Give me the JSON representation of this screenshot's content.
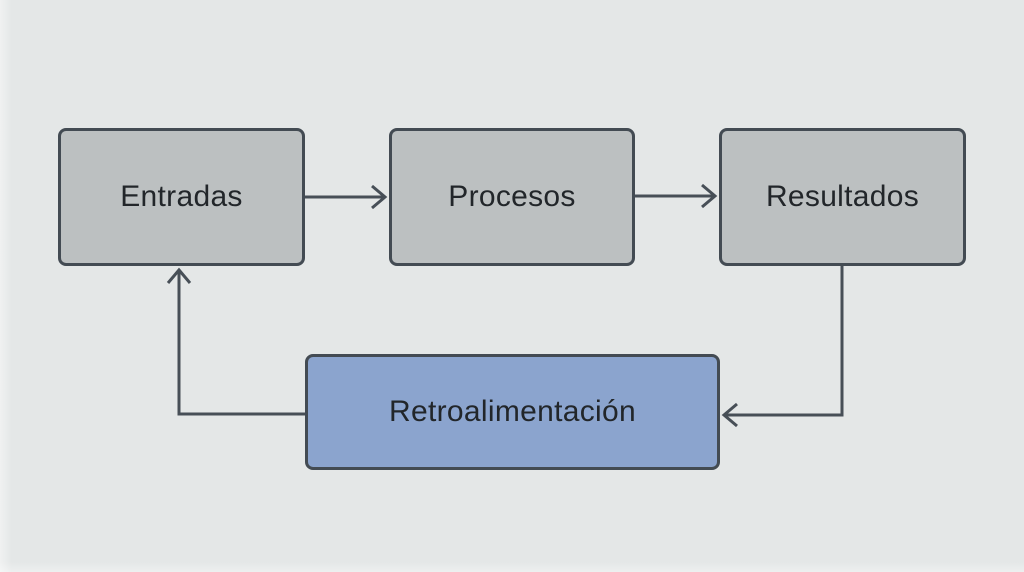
{
  "diagram": {
    "type": "flowchart",
    "language": "es",
    "nodes": [
      {
        "id": "entradas",
        "label": "Entradas",
        "shape": "rounded-rectangle",
        "fill": "#bcc0c1"
      },
      {
        "id": "procesos",
        "label": "Procesos",
        "shape": "rounded-rectangle",
        "fill": "#bcc0c1"
      },
      {
        "id": "resultados",
        "label": "Resultados",
        "shape": "rounded-rectangle",
        "fill": "#bcc0c1"
      },
      {
        "id": "retroalimentacion",
        "label": "Retroalimentación",
        "shape": "rounded-rectangle",
        "fill": "#8ba4ce"
      }
    ],
    "edges": [
      {
        "from": "entradas",
        "to": "procesos",
        "style": "open-chevron-arrow"
      },
      {
        "from": "procesos",
        "to": "resultados",
        "style": "open-chevron-arrow"
      },
      {
        "from": "resultados",
        "to": "retroalimentacion",
        "style": "open-chevron-arrow"
      },
      {
        "from": "retroalimentacion",
        "to": "entradas",
        "style": "open-chevron-arrow"
      }
    ],
    "colors": {
      "background": "#e4e7e7",
      "node_fill_gray": "#bcc0c1",
      "node_fill_blue": "#8ba4ce",
      "stroke": "#474f57",
      "text": "#22262a"
    }
  }
}
